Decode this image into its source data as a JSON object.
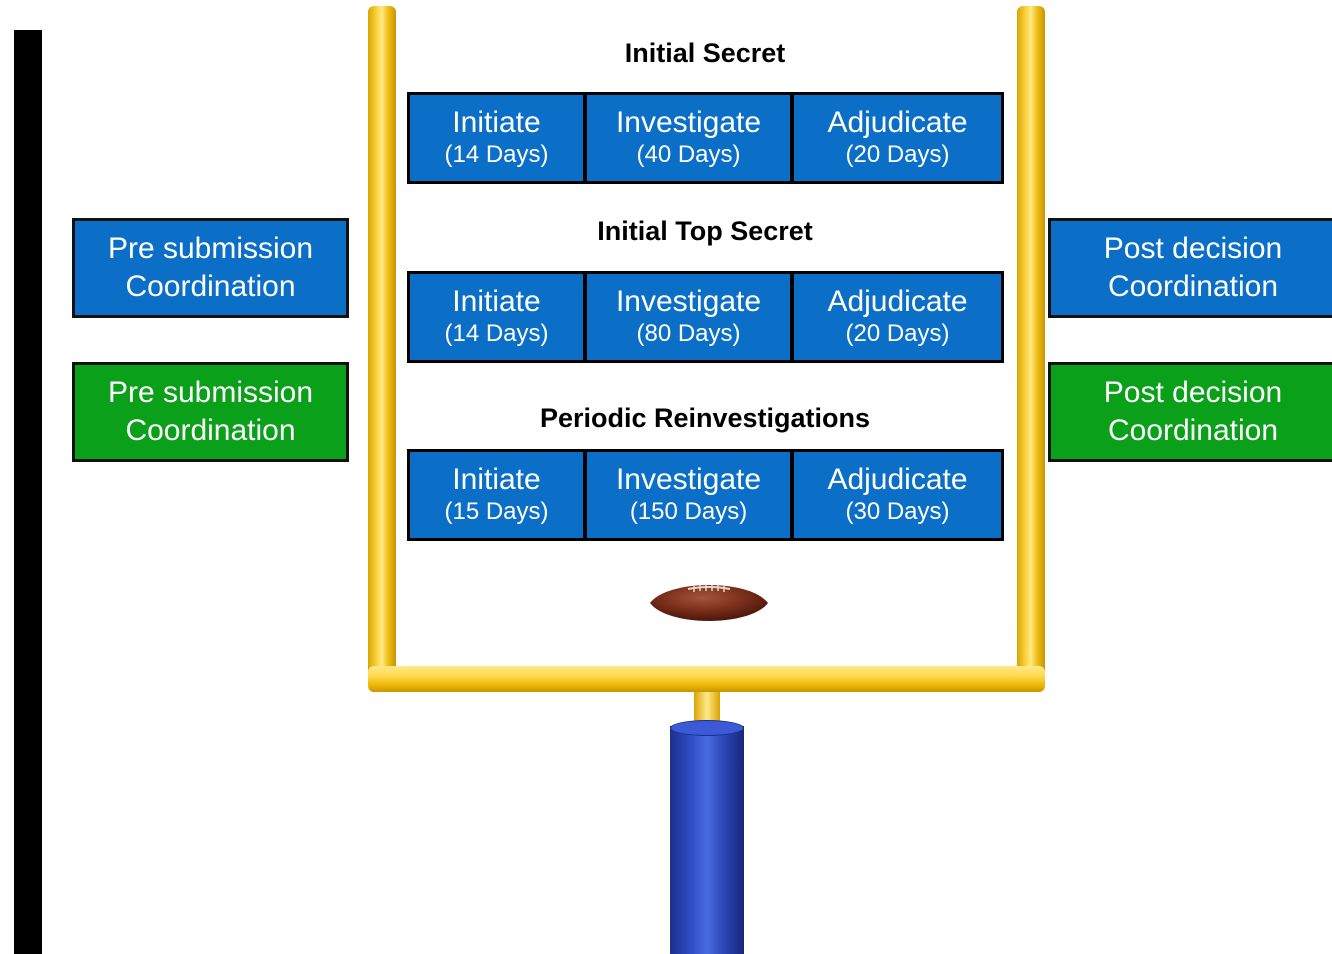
{
  "sections": [
    {
      "title": "Initial Secret",
      "phases": [
        {
          "label": "Initiate",
          "days": "(14 Days)"
        },
        {
          "label": "Investigate",
          "days": "(40 Days)"
        },
        {
          "label": "Adjudicate",
          "days": "(20 Days)"
        }
      ]
    },
    {
      "title": "Initial Top Secret",
      "phases": [
        {
          "label": "Initiate",
          "days": "(14 Days)"
        },
        {
          "label": "Investigate",
          "days": "(80 Days)"
        },
        {
          "label": "Adjudicate",
          "days": "(20 Days)"
        }
      ]
    },
    {
      "title": "Periodic Reinvestigations",
      "phases": [
        {
          "label": "Initiate",
          "days": "(15 Days)"
        },
        {
          "label": "Investigate",
          "days": "(150 Days)"
        },
        {
          "label": "Adjudicate",
          "days": "(30 Days)"
        }
      ]
    }
  ],
  "left_boxes": [
    {
      "line1": "Pre submission",
      "line2": "Coordination",
      "color": "#0b6fc8"
    },
    {
      "line1": "Pre submission",
      "line2": "Coordination",
      "color": "#0aa01a"
    }
  ],
  "right_boxes": [
    {
      "line1": "Post decision",
      "line2": "Coordination",
      "color": "#0b6fc8"
    },
    {
      "line1": "Post decision",
      "line2": "Coordination",
      "color": "#0aa01a"
    }
  ],
  "icons": {
    "football": "football-icon",
    "goalpost": "goalpost-icon"
  }
}
